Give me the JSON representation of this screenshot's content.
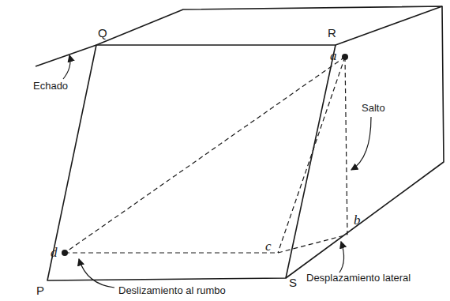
{
  "diagram": {
    "labels": [
      "Q",
      "R",
      "Echado",
      "a",
      "Salto",
      "b",
      "d",
      "c",
      "P",
      "S",
      "Desplazamiento lateral",
      "Deslizamiento al rumbo"
    ]
  }
}
